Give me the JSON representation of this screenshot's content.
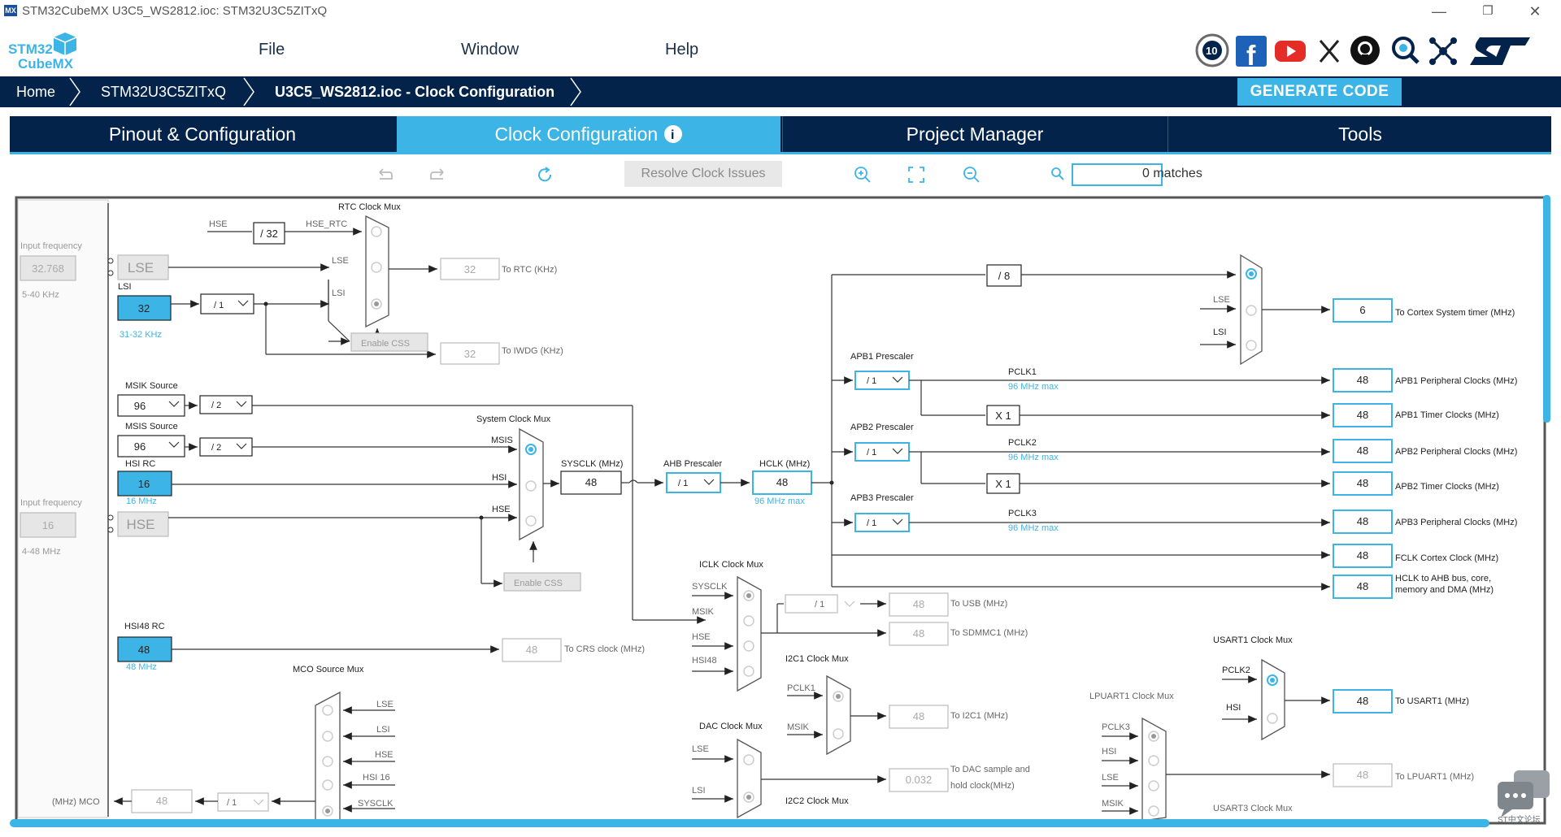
{
  "window": {
    "title": "STM32CubeMX U3C5_WS2812.ioc: STM32U3C5ZITxQ",
    "badge": "MX"
  },
  "logo": {
    "line1": "STM32",
    "line2": "CubeMX"
  },
  "menu": [
    "File",
    "Window",
    "Help"
  ],
  "social_icons": [
    "10-years-badge-icon",
    "facebook-icon",
    "youtube-icon",
    "x-icon",
    "github-icon",
    "community-icon",
    "network-icon",
    "st-logo-icon"
  ],
  "breadcrumb": [
    "Home",
    "STM32U3C5ZITxQ",
    "U3C5_WS2812.ioc - Clock Configuration"
  ],
  "generate_button": "GENERATE CODE",
  "tabs": [
    "Pinout & Configuration",
    "Clock Configuration",
    "Project Manager",
    "Tools"
  ],
  "active_tab": 1,
  "toolbar": {
    "resolve": "Resolve Clock Issues",
    "search_value": "",
    "matches": "0 matches"
  },
  "clock": {
    "lse_input_label": "Input frequency",
    "lse_input": "32.768",
    "lse_range": "5-40 KHz",
    "lse": "LSE",
    "lsi": "LSI",
    "lsi_value": "32",
    "lsi_range": "31-32 KHz",
    "lsi_div": "/ 1",
    "rtc_mux_title": "RTC Clock Mux",
    "rtc_hse": "HSE",
    "rtc_div": "/ 32",
    "rtc_hse_rtc": "HSE_RTC",
    "rtc_lse": "LSE",
    "rtc_lsi": "LSI",
    "rtc_out": "32",
    "rtc_out_label": "To RTC (KHz)",
    "enable_css": "Enable CSS",
    "iwdg_out": "32",
    "iwdg_label": "To IWDG (KHz)",
    "msik_source_label": "MSIK Source",
    "msik_value": "96",
    "msik_div": "/ 2",
    "msis_source_label": "MSIS Source",
    "msis_value": "96",
    "msis_div": "/ 2",
    "hsirc_label": "HSI RC",
    "hsi_value": "16",
    "hsi_range": "16 MHz",
    "hse_input_label": "Input frequency",
    "hse_input": "16",
    "hse_range": "4-48 MHz",
    "hse": "HSE",
    "sys_mux_title": "System Clock Mux",
    "sys_msis": "MSIS",
    "sys_hsi": "HSI",
    "sys_hse": "HSE",
    "sysclk_label": "SYSCLK (MHz)",
    "sysclk": "48",
    "ahb_label": "AHB Prescaler",
    "ahb_div": "/ 1",
    "hclk_label": "HCLK (MHz)",
    "hclk": "48",
    "hclk_max": "96 MHz max",
    "div8": "/ 8",
    "systick_lse": "LSE",
    "systick_lsi": "LSI",
    "cortex_timer": "6",
    "cortex_timer_label": "To Cortex System timer (MHz)",
    "apb1_label": "APB1 Prescaler",
    "apb1_div": "/ 1",
    "pclk1": "PCLK1",
    "pclk1_max": "96 MHz max",
    "apb1_periph": "48",
    "apb1_periph_label": "APB1 Peripheral Clocks (MHz)",
    "x1a": "X 1",
    "apb1_timer": "48",
    "apb1_timer_label": "APB1 Timer Clocks (MHz)",
    "apb2_label": "APB2 Prescaler",
    "apb2_div": "/ 1",
    "pclk2": "PCLK2",
    "pclk2_max": "96 MHz max",
    "apb2_periph": "48",
    "apb2_periph_label": "APB2 Peripheral Clocks (MHz)",
    "x1b": "X 1",
    "apb2_timer": "48",
    "apb2_timer_label": "APB2 Timer Clocks (MHz)",
    "apb3_label": "APB3 Prescaler",
    "apb3_div": "/ 1",
    "pclk3": "PCLK3",
    "pclk3_max": "96 MHz max",
    "apb3_periph": "48",
    "apb3_periph_label": "APB3 Peripheral Clocks (MHz)",
    "fclk": "48",
    "fclk_label": "FCLK Cortex Clock (MHz)",
    "hclk_ahb": "48",
    "hclk_ahb_label1": "HCLK to AHB bus, core,",
    "hclk_ahb_label2": "memory and DMA (MHz)",
    "iclk_mux_title": "ICLK Clock Mux",
    "iclk_sysclk": "SYSCLK",
    "iclk_msik": "MSIK",
    "iclk_hse": "HSE",
    "iclk_hsi48": "HSI48",
    "usb_div": "/ 1",
    "usb_out": "48",
    "usb_label": "To USB (MHz)",
    "sdmmc_out": "48",
    "sdmmc_label": "To SDMMC1 (MHz)",
    "hsi48_label": "HSI48 RC",
    "hsi48_value": "48",
    "hsi48_range": "48 MHz",
    "crs_out": "48",
    "crs_label": "To CRS clock (MHz)",
    "mco_mux_title": "MCO Source Mux",
    "mco_lse": "LSE",
    "mco_lsi": "LSI",
    "mco_hse": "HSE",
    "mco_hsi16": "HSI 16",
    "mco_sysclk": "SYSCLK",
    "mco_label": "(MHz) MCO",
    "mco_out": "48",
    "mco_div": "/ 1",
    "i2c1_mux_title": "I2C1 Clock Mux",
    "i2c1_pclk1": "PCLK1",
    "i2c1_msik": "MSIK",
    "i2c1_out": "48",
    "i2c1_label": "To I2C1 (MHz)",
    "dac_mux_title": "DAC Clock Mux",
    "dac_lse": "LSE",
    "dac_lsi": "LSI",
    "dac_out": "0.032",
    "dac_label1": "To DAC sample and",
    "dac_label2": "hold clock(MHz)",
    "i2c2_mux_title": "I2C2 Clock Mux",
    "usart1_mux_title": "USART1 Clock Mux",
    "usart1_pclk2": "PCLK2",
    "usart1_hsi": "HSI",
    "usart1_out": "48",
    "usart1_label": "To USART1 (MHz)",
    "lpuart1_mux_title": "LPUART1 Clock Mux",
    "lpuart_pclk3": "PCLK3",
    "lpuart_hsi": "HSI",
    "lpuart_lse": "LSE",
    "lpuart_msik": "MSIK",
    "lpuart_out": "48",
    "lpuart_label": "To LPUART1 (MHz)",
    "usart3_mux_title": "USART3 Clock Mux"
  },
  "chat_label": "ST中文论坛",
  "colors": {
    "navy": "#03234b",
    "accent": "#3cb4e6",
    "selected_block": "#3cb4e6"
  }
}
